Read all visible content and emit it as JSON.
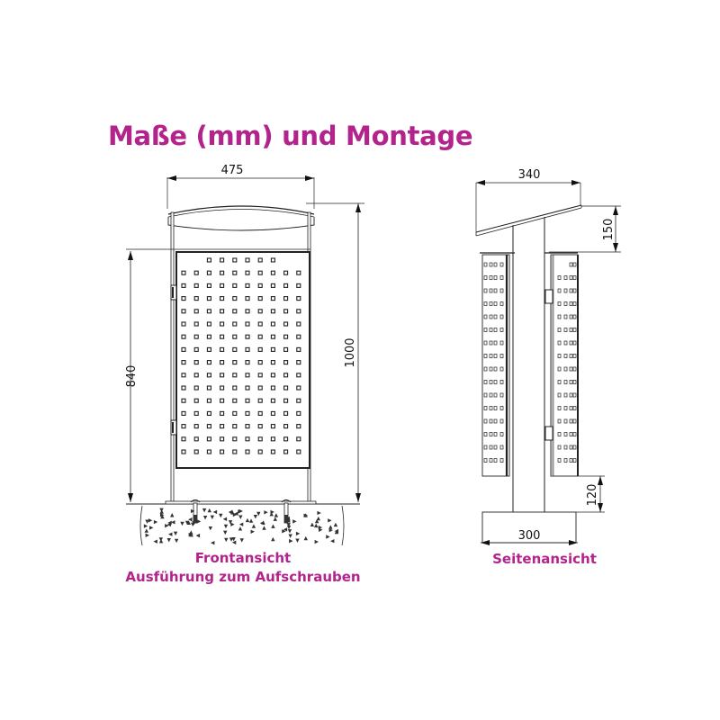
{
  "title": "Maße (mm) und Montage",
  "accent_color": "#b2248c",
  "front_view": {
    "caption_line1": "Frontansicht",
    "caption_line2": "Ausführung zum Aufschrauben",
    "dimensions": {
      "width": "475",
      "height_total": "1000",
      "height_bin": "840"
    },
    "perforation": {
      "top_row_holes": 6,
      "row_holes": 10,
      "rows": 16
    }
  },
  "side_view": {
    "caption": "Seitenansicht",
    "dimensions": {
      "roof_depth": "340",
      "roof_height": "150",
      "base_clearance": "120",
      "base_depth": "300"
    }
  }
}
